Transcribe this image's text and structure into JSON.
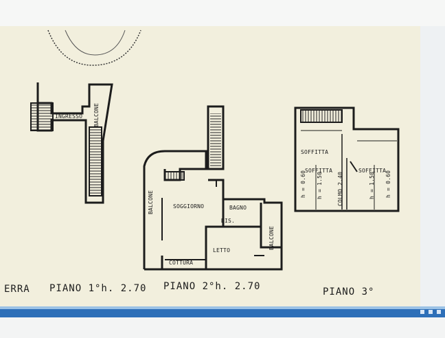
{
  "floors": {
    "terra": "ERRA",
    "piano1": "PIANO 1°h. 2.70",
    "piano2": "PIANO 2°h. 2.70",
    "piano3": "PIANO 3°"
  },
  "rooms": {
    "ingresso": "INGRESSO",
    "balcone_terra": "BALCONE",
    "balcone_sx": "BALCONE",
    "soggiorno": "SOGGIORNO",
    "bagno": "BAGNO",
    "dis": "DIS.",
    "balcone_dx": "BALCONE",
    "letto": "LETTO",
    "cottura": "COTTURA",
    "soffitta_top": "SOFFITTA",
    "soffitta_left": "SOFFITTA",
    "soffitta_right": "SOFFITTA"
  },
  "heights": {
    "h1": "h = 0.60",
    "h2": "h = 1.50",
    "colmo": "COLMO 2.40",
    "h3": "h = 1.50",
    "h4": "h = 0.60"
  }
}
